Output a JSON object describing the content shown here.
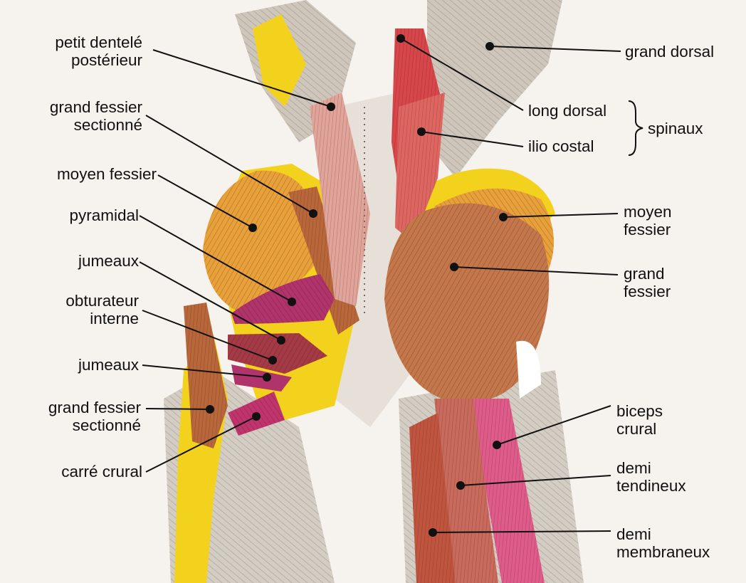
{
  "labels": {
    "petit_dentele": [
      "petit dentelé",
      "postérieur"
    ],
    "grand_fessier_sectionne_top": [
      "grand fessier",
      "sectionné"
    ],
    "moyen_fessier_left": [
      "moyen fessier"
    ],
    "pyramidal": [
      "pyramidal"
    ],
    "jumeaux_top": [
      "jumeaux"
    ],
    "obturateur": [
      "obturateur",
      "interne"
    ],
    "jumeaux_bottom": [
      "jumeaux"
    ],
    "grand_fessier_sectionne_bottom": [
      "grand fessier",
      "sectionné"
    ],
    "carre_crural": [
      "carré crural"
    ],
    "grand_dorsal": [
      "grand dorsal"
    ],
    "long_dorsal": [
      "long dorsal"
    ],
    "ilio_costal": [
      "ilio costal"
    ],
    "spinaux": [
      "spinaux"
    ],
    "moyen_fessier_right": [
      "moyen",
      "fessier"
    ],
    "grand_fessier_right": [
      "grand",
      "fessier"
    ],
    "biceps_crural": [
      "biceps",
      "crural"
    ],
    "demi_tendineux": [
      "demi",
      "tendineux"
    ],
    "demi_membraneux": [
      "demi",
      "membraneux"
    ]
  },
  "colors": {
    "yellow": "#f2d21c",
    "orange": "#e8a13a",
    "brown": "#b8673a",
    "red": "#d6464a",
    "magenta": "#b0336c",
    "pink": "#de5b8a",
    "tendon": "#d8d2c8",
    "leader": "#111111"
  }
}
